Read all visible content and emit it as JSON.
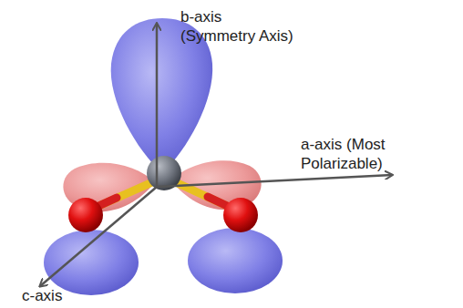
{
  "diagram": {
    "labels": [
      "b-axis (Symmetry Axis)",
      "a-axis (Most Polarizable)",
      "c-axis"
    ]
  }
}
